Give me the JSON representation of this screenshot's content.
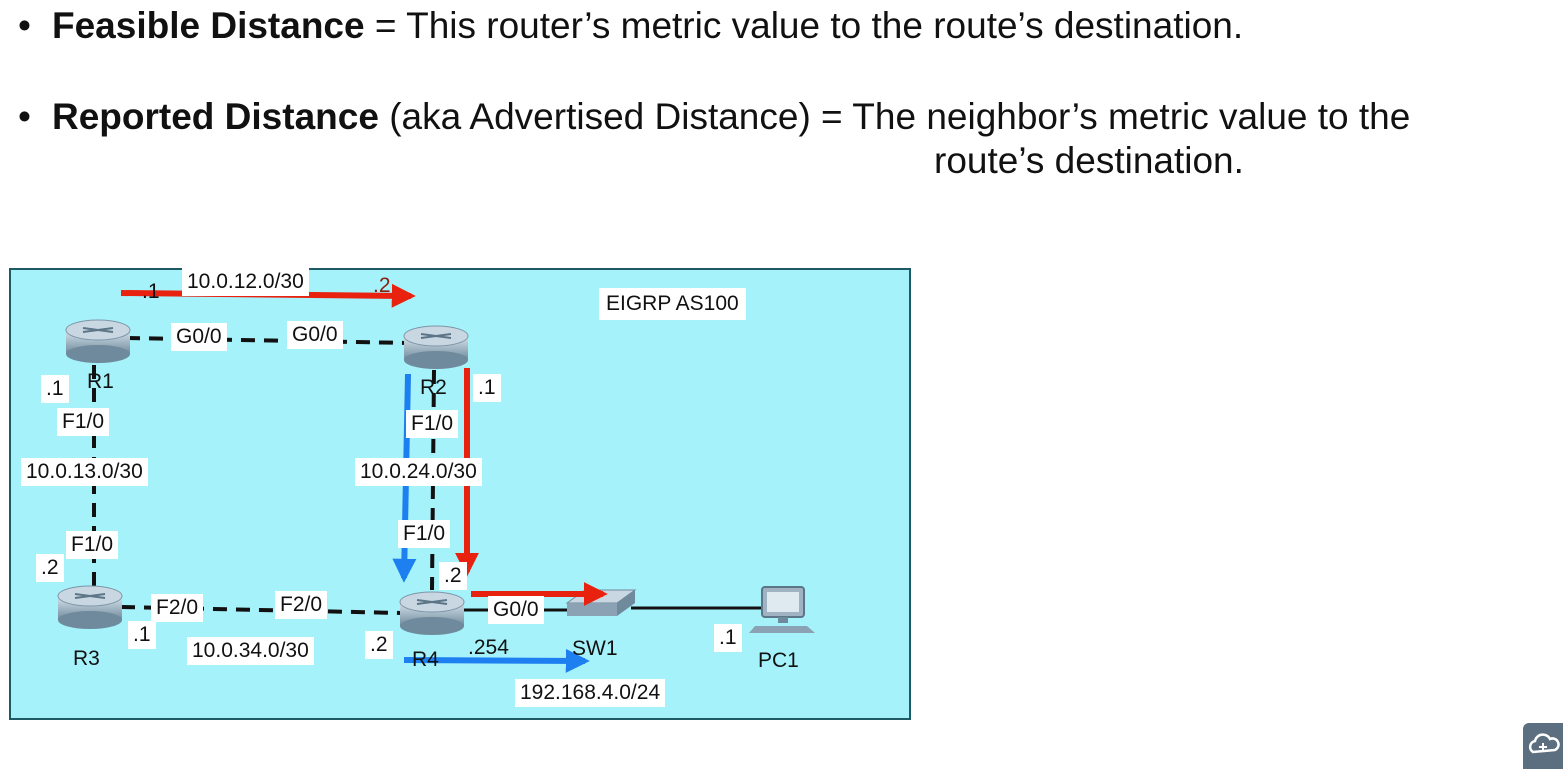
{
  "bullets": [
    {
      "marker": "•",
      "bold": "Feasible Distance",
      "rest": " = This router’s metric value to the route’s destination."
    },
    {
      "marker": "•",
      "bold": "Reported Distance",
      "rest": " (aka Advertised Distance) = The neighbor’s metric value to the",
      "continuation": "route’s destination."
    }
  ],
  "diagram": {
    "as_label": "EIGRP AS100",
    "devices": {
      "r1": "R1",
      "r2": "R2",
      "r3": "R3",
      "r4": "R4",
      "sw1": "SW1",
      "pc1": "PC1"
    },
    "networks": {
      "r1_r2": "10.0.12.0/30",
      "r1_r3": "10.0.13.0/30",
      "r2_r4": "10.0.24.0/30",
      "r3_r4": "10.0.34.0/30",
      "lan": "192.168.4.0/24"
    },
    "interfaces": {
      "r1_g0": "G0/0",
      "r2_g0": "G0/0",
      "r1_f1": "F1/0",
      "r3_f1": "F1/0",
      "r2_f1": "F1/0",
      "r4_f1": "F1/0",
      "r3_f2": "F2/0",
      "r4_f2": "F2/0",
      "r4_g0": "G0/0"
    },
    "hosts": {
      "r1_top": ".1",
      "r2_top": ".2",
      "r1_side": ".1",
      "r3_side": ".2",
      "r2_side": ".1",
      "r4_top": ".2",
      "r3_bottom": ".1",
      "r4_left": ".2",
      "r4_lan": ".254",
      "pc1": ".1"
    },
    "colors": {
      "background": "#a5f2fb",
      "red_arrow": "#e8220f",
      "blue_arrow": "#1e7ff0"
    }
  }
}
